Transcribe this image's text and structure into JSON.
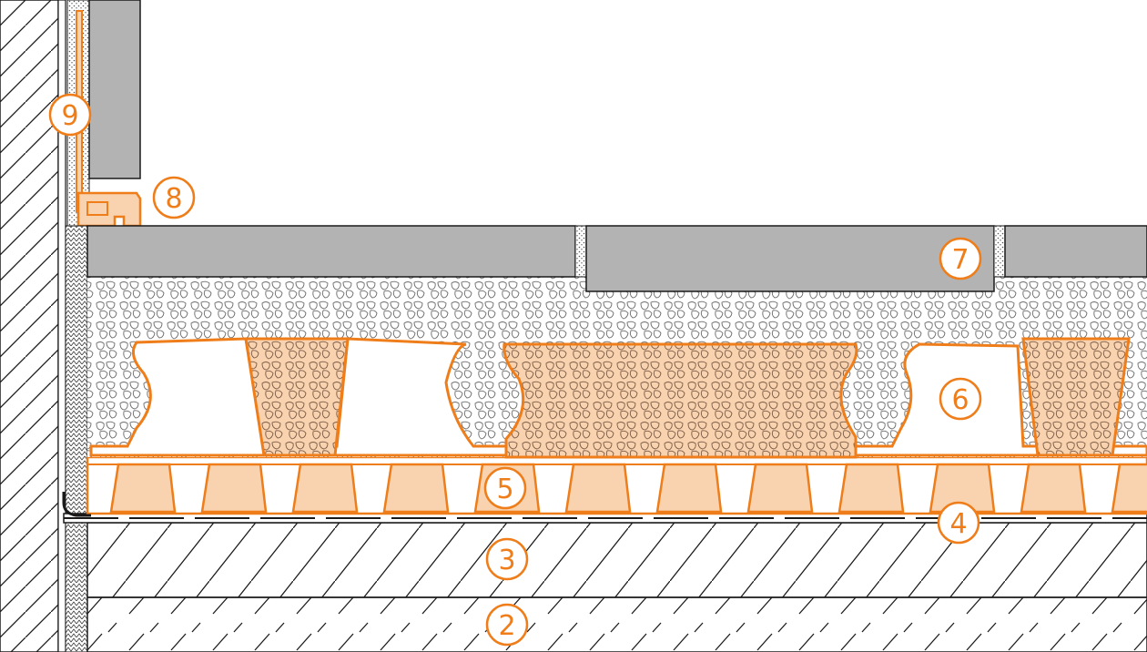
{
  "colors": {
    "accent": "#ee7d1a",
    "accent_fill": "#f9d3b0",
    "tile": "#b3b3b3",
    "outline": "#1a1a1a",
    "background": "#ffffff"
  },
  "markers": [
    {
      "id": "2",
      "label": "2"
    },
    {
      "id": "3",
      "label": "3"
    },
    {
      "id": "4",
      "label": "4"
    },
    {
      "id": "5",
      "label": "5"
    },
    {
      "id": "6",
      "label": "6"
    },
    {
      "id": "7",
      "label": "7"
    },
    {
      "id": "8",
      "label": "8"
    },
    {
      "id": "9",
      "label": "9"
    }
  ]
}
